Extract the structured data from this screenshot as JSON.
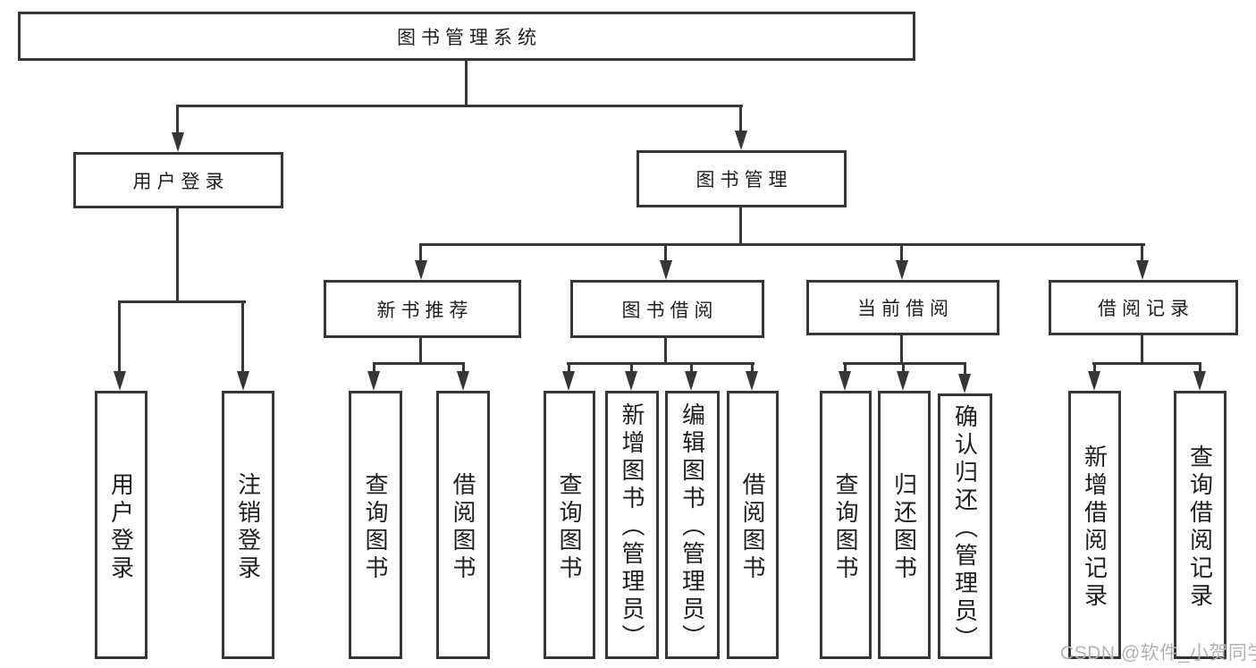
{
  "diagram": {
    "title": "图书管理系统",
    "nodes": {
      "root": "图书管理系统",
      "user_login": "用户登录",
      "book_mgmt": "图书管理",
      "new_book_rec": "新书推荐",
      "book_borrow": "图书借阅",
      "current_borrow": "当前借阅",
      "borrow_record": "借阅记录",
      "ul_login": "用户登录",
      "ul_logout": "注销登录",
      "nbr_query": "查询图书",
      "nbr_borrow": "借阅图书",
      "bb_query": "查询图书",
      "bb_add": "新增图书（管理员）",
      "bb_edit": "编辑图书（管理员）",
      "bb_borrow": "借阅图书",
      "cb_query": "查询图书",
      "cb_return": "归还图书",
      "cb_confirm": "确认归还（管理员）",
      "br_add": "新增借阅记录",
      "br_query": "查询借阅记录"
    },
    "colors": {
      "line": "#363636",
      "text": "#1f1f1f",
      "box_background": "#ffffff",
      "watermark": "#b2b2b2"
    }
  },
  "watermark": {
    "text": "CSDN @软件_小贺同学"
  }
}
